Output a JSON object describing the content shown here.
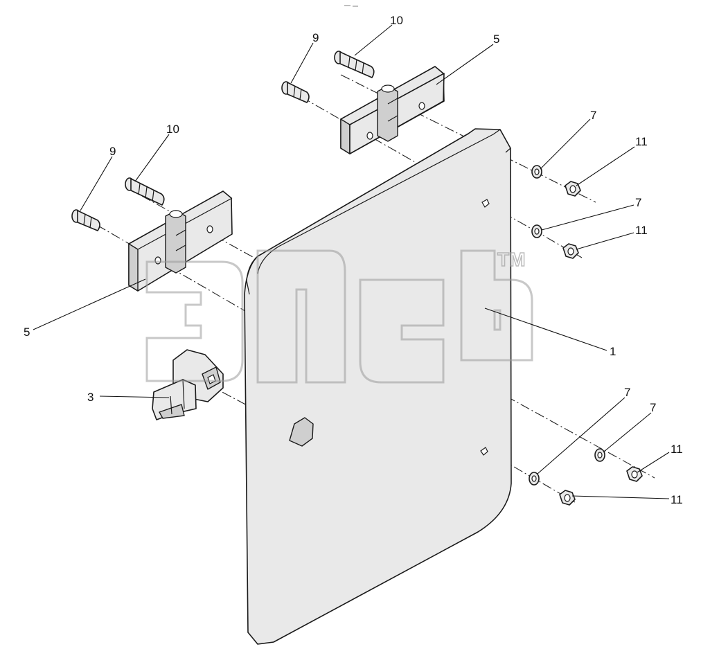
{
  "diagram": {
    "parts": [
      {
        "id": "panel",
        "callout": "1"
      },
      {
        "id": "latch",
        "callout": "3"
      },
      {
        "id": "hinge-upper",
        "callout": "5"
      },
      {
        "id": "hinge-lower",
        "callout": "5"
      },
      {
        "id": "washer",
        "callout": "7"
      },
      {
        "id": "screw-short",
        "callout": "9"
      },
      {
        "id": "screw-long",
        "callout": "10"
      },
      {
        "id": "nut",
        "callout": "11"
      }
    ],
    "callouts": [
      {
        "key": "c10a",
        "text": "10"
      },
      {
        "key": "c9a",
        "text": "9"
      },
      {
        "key": "c5a",
        "text": "5"
      },
      {
        "key": "c7a",
        "text": "7"
      },
      {
        "key": "c11a",
        "text": "11"
      },
      {
        "key": "c7b",
        "text": "7"
      },
      {
        "key": "c11b",
        "text": "11"
      },
      {
        "key": "c10b",
        "text": "10"
      },
      {
        "key": "c9b",
        "text": "9"
      },
      {
        "key": "c5b",
        "text": "5"
      },
      {
        "key": "c1",
        "text": "1"
      },
      {
        "key": "c3",
        "text": "3"
      },
      {
        "key": "c7c",
        "text": "7"
      },
      {
        "key": "c7d",
        "text": "7"
      },
      {
        "key": "c11c",
        "text": "11"
      },
      {
        "key": "c11d",
        "text": "11"
      }
    ]
  },
  "watermark": {
    "tm": "TM"
  }
}
